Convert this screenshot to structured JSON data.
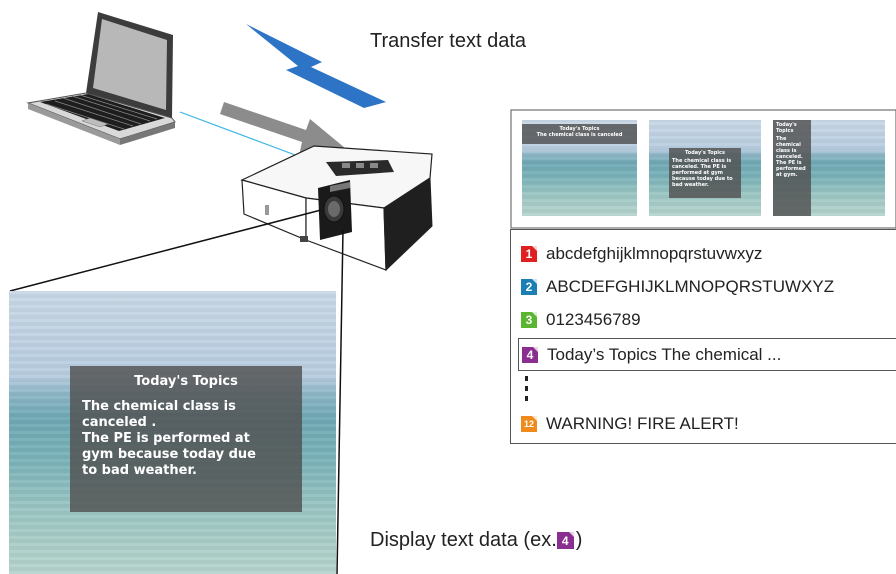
{
  "captions": {
    "transfer": "Transfer text data",
    "display": "Display text data (ex. ",
    "display_suffix": ")",
    "display_badge": "4"
  },
  "display": {
    "title": "Today's Topics",
    "lines": [
      "The  chemical  class  is",
      "canceled .",
      "The PE is  performed at",
      "gym because today due",
      "to bad weather."
    ]
  },
  "thumbnails": [
    {
      "title": "Today's Topics",
      "body": "The chemical class is canceled"
    },
    {
      "title": "Today's Topics",
      "body": "The chemical class is canceled. The PE is performed at gym because today due to bad weather."
    },
    {
      "title": "Today's Topics",
      "body": "The chemical class is canceled. The PE is performed at gym."
    }
  ],
  "list": [
    {
      "num": "1",
      "color": "#e02020",
      "text": "abcdefghijklmnopqrstuvwxyz"
    },
    {
      "num": "2",
      "color": "#1b7fb6",
      "text": "ABCDEFGHIJKLMNOPQRSTUWXYZ"
    },
    {
      "num": "3",
      "color": "#5cb531",
      "text": "0123456789"
    },
    {
      "num": "4",
      "color": "#8a2f8f",
      "text": "Today’s Topics The chemical ..."
    },
    {
      "num": "12",
      "color": "#f08a1c",
      "text": "WARNING! FIRE ALERT!"
    }
  ],
  "colors": {
    "lightning": "#2d74c6",
    "arrow": "#8c8c8c",
    "cable": "#3ab5e6"
  }
}
